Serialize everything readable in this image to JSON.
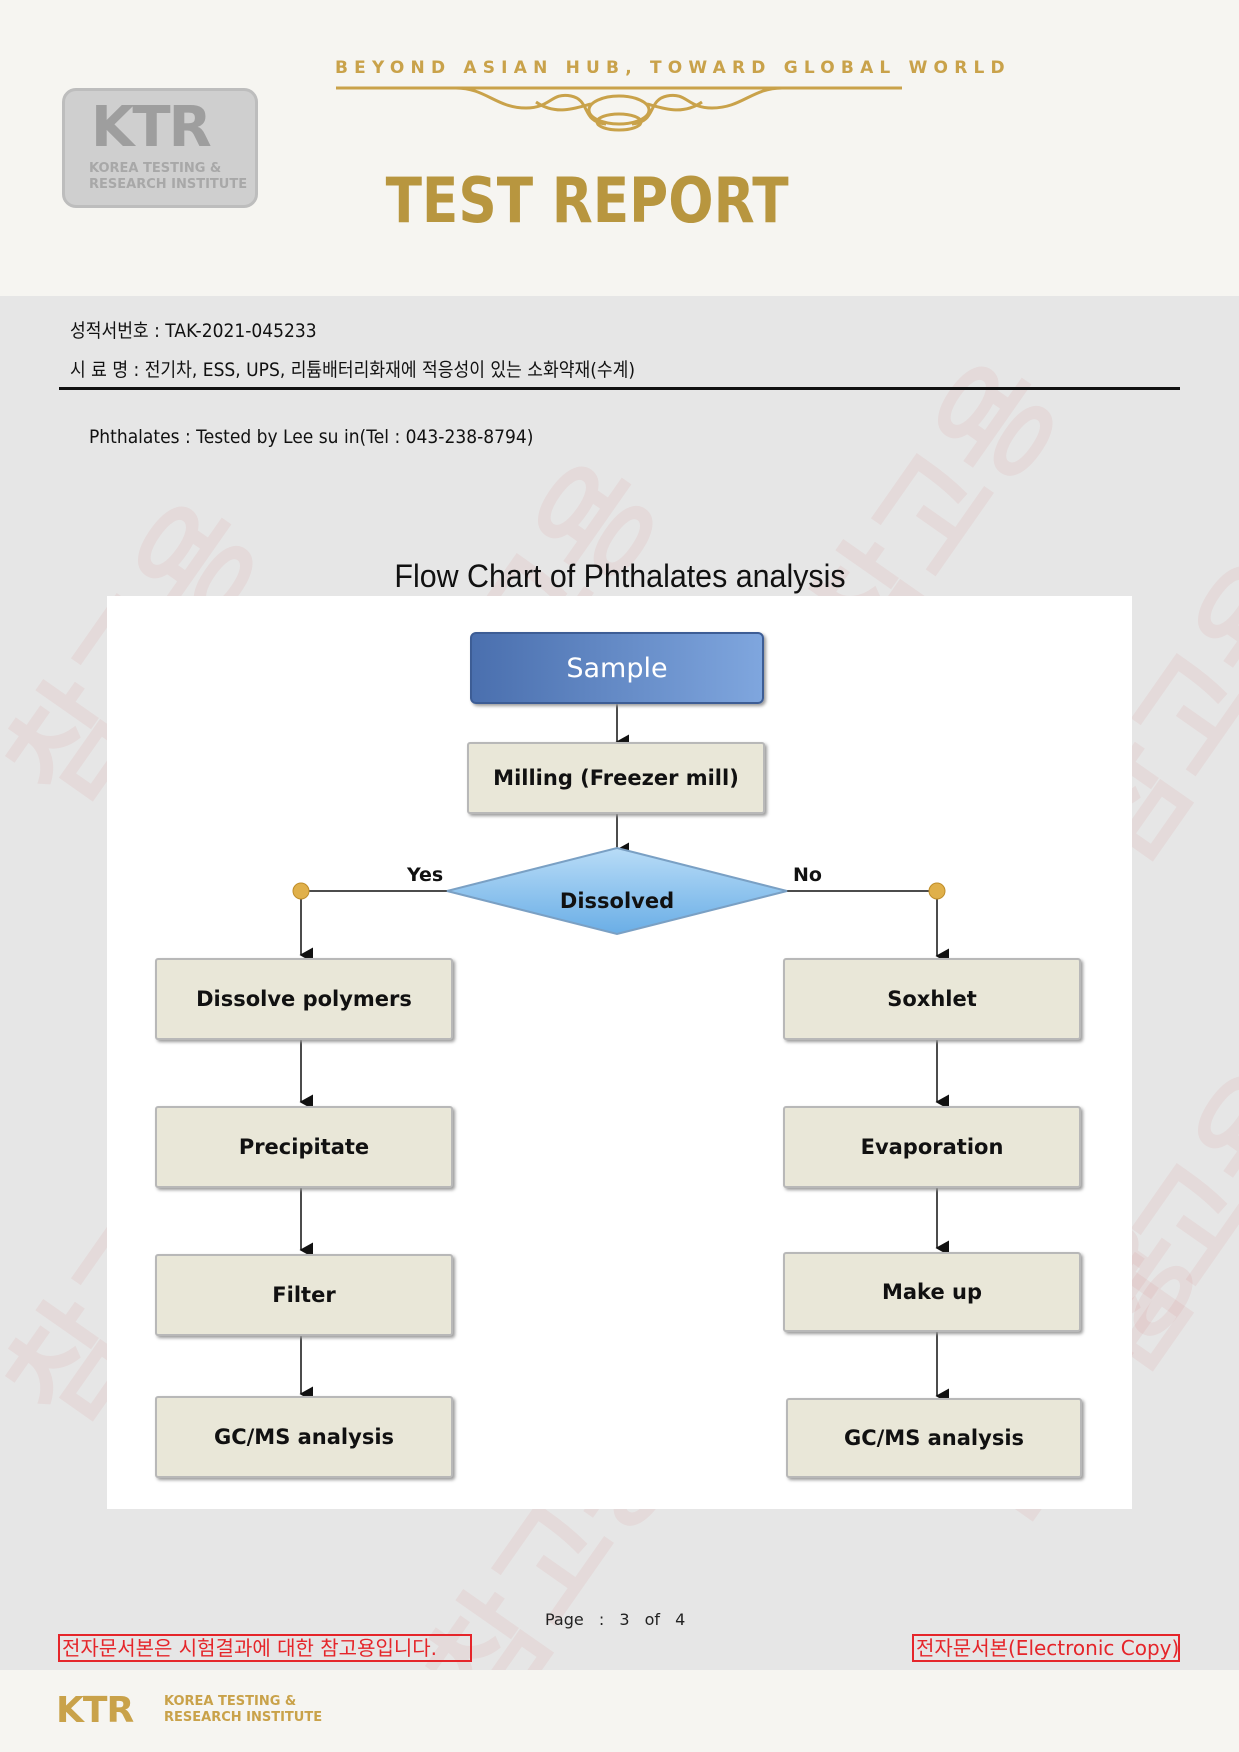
{
  "header": {
    "logo_main": "KTR",
    "logo_sub": "KOREA TESTING & RESEARCH INSTITUTE",
    "tagline": "BEYOND ASIAN HUB, TOWARD GLOBAL WORLD",
    "title": "TEST REPORT"
  },
  "report": {
    "number_line": "성적서번호 : TAK-2021-045233",
    "sample_line": "시   료   명 : 전기차, ESS, UPS, 리튬배터리화재에 적응성이 있는 소화약재(수계)",
    "tested_by": "Phthalates : Tested by Lee su in(Tel : 043-238-8794)"
  },
  "flowchart": {
    "title": "Flow Chart of Phthalates analysis",
    "sample": "Sample",
    "milling": "Milling (Freezer mill)",
    "decision": "Dissolved",
    "yes": "Yes",
    "no": "No",
    "left": [
      "Dissolve polymers",
      "Precipitate",
      "Filter",
      "GC/MS analysis"
    ],
    "right": [
      "Soxhlet",
      "Evaporation",
      "Make up",
      "GC/MS analysis"
    ]
  },
  "footer": {
    "page_label": "Page :",
    "page_current": "3",
    "page_of": "of",
    "page_total": "4",
    "left_notice": "전자문서본은 시험결과에 대한 참고용입니다.",
    "right_notice": "전자문서본(Electronic Copy)",
    "logo_main": "KTR",
    "logo_sub": "KOREA TESTING & RESEARCH INSTITUTE"
  },
  "watermark_text": "참고용",
  "colors": {
    "gold": "#c9a24a",
    "notice_red": "#e5252a",
    "node_fill": "#e9e7d8",
    "sample_blue": "#5b82c4",
    "decision_blue": "#8cc4ee"
  }
}
